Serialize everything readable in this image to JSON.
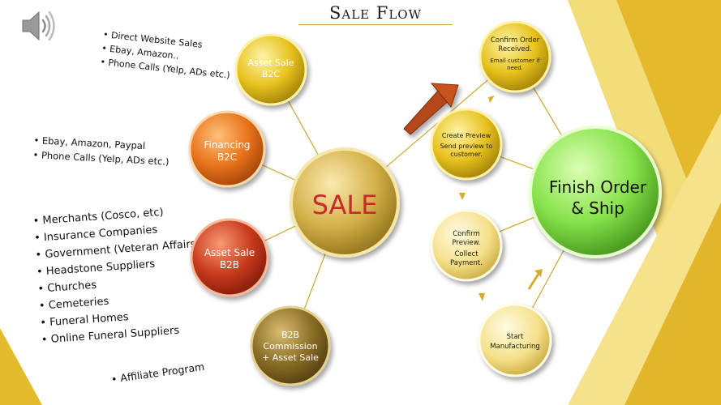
{
  "title": "Sale Flow",
  "icons": {
    "speaker": "speaker-volume-icon",
    "arrow": "up-right-arrow-icon"
  },
  "colors": {
    "gold": "#e7c21f",
    "orange": "#e8731a",
    "red": "#c8391c",
    "olive": "#8a6d25",
    "tan": "#d3b048",
    "cream": "#f5e08a",
    "green": "#86e24a",
    "sale_text": "#c62a2a"
  },
  "nodes": [
    {
      "id": "sale",
      "lines": [
        "SALE"
      ]
    },
    {
      "id": "asset_sale_b2c",
      "lines": [
        "Asset Sale",
        "B2C"
      ]
    },
    {
      "id": "financing_b2c",
      "lines": [
        "Financing",
        "B2C"
      ]
    },
    {
      "id": "asset_sale_b2b",
      "lines": [
        "Asset Sale",
        "B2B"
      ]
    },
    {
      "id": "b2b_commission",
      "lines": [
        "B2B",
        "Commission",
        "+ Asset Sale"
      ]
    },
    {
      "id": "confirm_order",
      "lines": [
        "Confirm Order",
        "Received."
      ],
      "sub": [
        "Email customer if",
        "need."
      ]
    },
    {
      "id": "create_preview",
      "lines": [
        "Create Preview",
        "Send preview to",
        "customer."
      ]
    },
    {
      "id": "confirm_preview",
      "lines": [
        "Confirm",
        "Preview.",
        "Collect",
        "Payment."
      ]
    },
    {
      "id": "start_manufacturing",
      "lines": [
        "Start",
        "Manufacturing"
      ]
    },
    {
      "id": "finish_order",
      "lines": [
        "Finish Order",
        "& Ship"
      ]
    }
  ],
  "lists": {
    "b2c_direct": [
      "Direct Website Sales",
      "Ebay, Amazon..",
      "Phone Calls (Yelp, ADs etc.)"
    ],
    "financing": [
      "Ebay, Amazon, Paypal",
      "Phone Calls (Yelp, ADs etc.)"
    ],
    "b2b": [
      "Merchants (Cosco, etc)",
      "Insurance Companies",
      "Government (Veteran Affairs)",
      "Headstone Suppliers",
      "Churches",
      "Cemeteries",
      "Funeral Homes",
      "Online Funeral Suppliers"
    ],
    "affiliate": [
      "Affiliate Program"
    ]
  }
}
